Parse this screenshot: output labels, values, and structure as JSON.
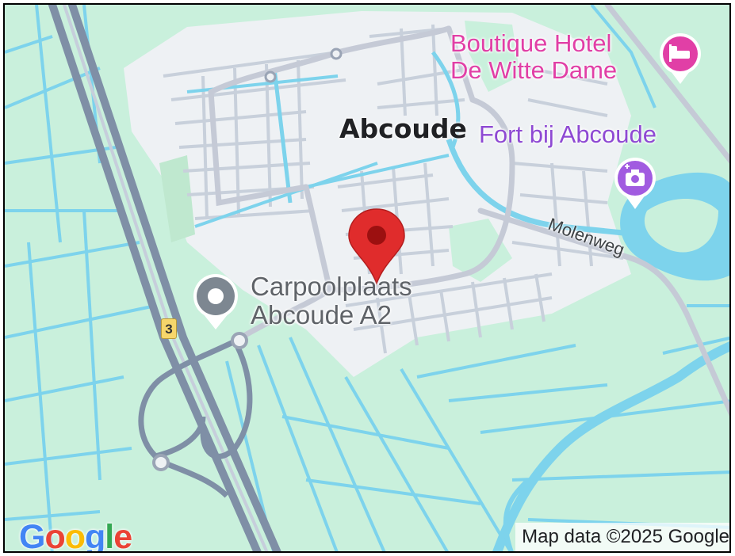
{
  "map": {
    "town": "Abcoude",
    "road": "Molenweg",
    "highway_shield": "3",
    "attribution": "Map data ©2025 Google",
    "logo": {
      "letters": [
        "G",
        "o",
        "o",
        "g",
        "l",
        "e"
      ],
      "colors": [
        "#4285F4",
        "#EA4335",
        "#FBBC05",
        "#4285F4",
        "#34A853",
        "#EA4335"
      ]
    },
    "colors": {
      "land": "#c9f0dc",
      "urban": "#eef1f4",
      "water": "#7dd3ec",
      "road": "#c5cad6",
      "highway": "#7f8fa6",
      "pin": "#e02c2c"
    }
  },
  "pois": {
    "hotel": {
      "line1": "Boutique Hotel",
      "line2": "De Witte Dame",
      "icon": "bed-icon",
      "color": "#e13fa6"
    },
    "fort": {
      "name": "Fort bij Abcoude",
      "icon": "camera-icon",
      "color": "#a15be0"
    },
    "carpool": {
      "line1": "Carpoolplaats",
      "line2": "Abcoude A2",
      "icon": "location-dot-icon",
      "color": "#7d8791"
    }
  }
}
